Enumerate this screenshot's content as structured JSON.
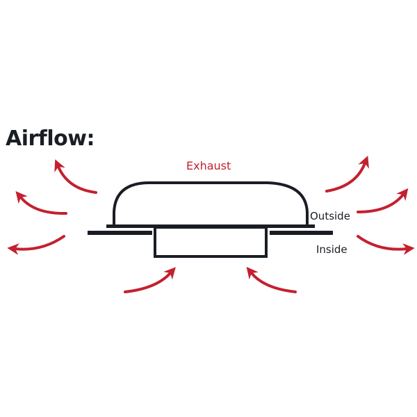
{
  "title": "Airflow:",
  "labels": {
    "exhaust": "Exhaust",
    "outside": "Outside",
    "inside": "Inside"
  },
  "colors": {
    "arrow": "#c4202f",
    "outline": "#1a1d24",
    "exhaust_text": "#c4202f"
  },
  "icons": [
    "airflow-arrow",
    "roof-vent"
  ]
}
